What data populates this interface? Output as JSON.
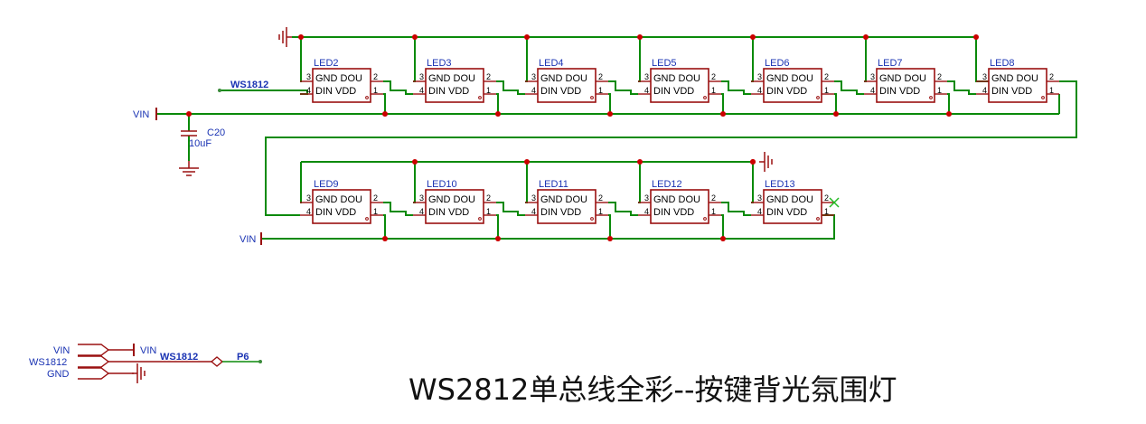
{
  "title": "WS2812单总线全彩--按键背光氛围灯",
  "colors": {
    "wire": "#0a8a0a",
    "symbol": "#9a1010",
    "label": "#1a33b3",
    "junction": "#cc0000"
  },
  "net_labels": {
    "ws1812": "WS1812",
    "vin": "VIN",
    "vin_bottom": "VIN",
    "p6": "P6"
  },
  "capacitor": {
    "ref": "C20",
    "value": "10uF"
  },
  "pin_texts": {
    "gnd_dou": "GND DOU",
    "din_vdd": "DIN   VDD"
  },
  "pin_numbers": {
    "p1": "1",
    "p2": "2",
    "p3": "3",
    "p4": "4"
  },
  "leds": [
    {
      "ref": "LED2"
    },
    {
      "ref": "LED3"
    },
    {
      "ref": "LED4"
    },
    {
      "ref": "LED5"
    },
    {
      "ref": "LED6"
    },
    {
      "ref": "LED7"
    },
    {
      "ref": "LED8"
    },
    {
      "ref": "LED9"
    },
    {
      "ref": "LED10"
    },
    {
      "ref": "LED11"
    },
    {
      "ref": "LED12"
    },
    {
      "ref": "LED13"
    }
  ],
  "connector": {
    "pins": [
      "VIN",
      "WS1812",
      "GND"
    ],
    "vin_label": "VIN",
    "net_label": "WS1812",
    "port_label": "P6"
  }
}
